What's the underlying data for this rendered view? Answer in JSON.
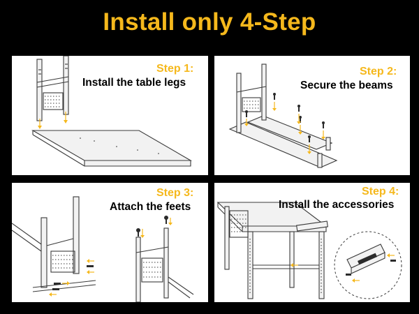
{
  "title": "Install only 4-Step",
  "colors": {
    "accent": "#f5b81c",
    "background": "#000000",
    "panel": "#ffffff",
    "text": "#000000"
  },
  "steps": [
    {
      "label": "Step 1:",
      "text": "Install the table legs"
    },
    {
      "label": "Step 2:",
      "text": "Secure the beams"
    },
    {
      "label": "Step 3:",
      "text": "Attach the feets"
    },
    {
      "label": "Step 4:",
      "text": "Install the accessories"
    }
  ]
}
